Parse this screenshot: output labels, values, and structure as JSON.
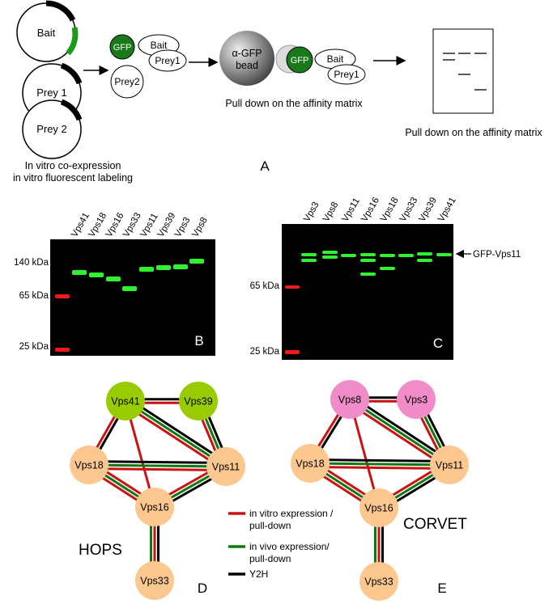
{
  "panel_a": {
    "panel_letter": "A",
    "plasmid_bait": "Bait",
    "plasmid_prey1": "Prey 1",
    "plasmid_prey2": "Prey 2",
    "caption_coexpression_line1": "In vitro co-expression",
    "caption_coexpression_line2": "in vitro fluorescent labeling",
    "gfp_label": "GFP",
    "bait_label": "Bait",
    "prey1_label": "Prey1",
    "prey2_label": "Prey2",
    "bead_line1": "α-GFP",
    "bead_line2": "bead",
    "bead_gfp_label": "GFP",
    "bead_bait_label": "Bait",
    "bead_prey1_label": "Prey1",
    "caption_pulldown_matrix": "Pull down on the affinity matrix",
    "caption_pulldown_gel": "Pull down on the affinity matrix"
  },
  "panel_b": {
    "panel_letter": "B",
    "lanes": [
      "Vps41",
      "Vps18",
      "Vps16",
      "Vps33",
      "Vps11",
      "Vps39",
      "Vps3",
      "Vps8"
    ],
    "markers": [
      "140 kDa",
      "65 kDa",
      "25 kDa"
    ],
    "colors": {
      "background": "#000000",
      "band": "#33ff33",
      "ladder": "#ff1a1a"
    }
  },
  "panel_c": {
    "panel_letter": "C",
    "lanes": [
      "Vps3",
      "Vps8",
      "Vps11",
      "Vps16",
      "Vps18",
      "Vps33",
      "Vps39",
      "Vps41"
    ],
    "markers": [
      "65 kDa",
      "25 kDa"
    ],
    "arrow_label": "GFP-Vps11",
    "colors": {
      "background": "#000000",
      "band": "#33ff33",
      "ladder": "#ff1a1a"
    }
  },
  "panel_d": {
    "panel_letter": "D",
    "complex_name": "HOPS",
    "nodes": [
      "Vps41",
      "Vps39",
      "Vps18",
      "Vps11",
      "Vps16",
      "Vps33"
    ],
    "colors": {
      "specific_node": "#99cc00",
      "core_node": "#fcc890"
    }
  },
  "panel_e": {
    "panel_letter": "E",
    "complex_name": "CORVET",
    "nodes": [
      "Vps8",
      "Vps3",
      "Vps18",
      "Vps11",
      "Vps16",
      "Vps33"
    ],
    "colors": {
      "specific_node": "#f08cc8",
      "core_node": "#fcc890"
    }
  },
  "legend": {
    "items": [
      {
        "label_line1": "in vitro expression /",
        "label_line2": "pull-down",
        "color": "#cc1111"
      },
      {
        "label_line1": "in vivo expression/",
        "label_line2": "pull-down",
        "color": "#117711"
      },
      {
        "label_line1": "Y2H",
        "label_line2": "",
        "color": "#000000"
      }
    ]
  }
}
